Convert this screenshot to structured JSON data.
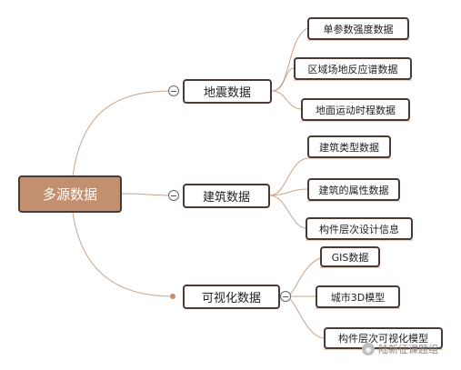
{
  "root": {
    "label": "多源数据"
  },
  "branches": [
    {
      "label": "地震数据",
      "children": [
        "单参数强度数据",
        "区域场地反应谱数据",
        "地面运动时程数据"
      ]
    },
    {
      "label": "建筑数据",
      "children": [
        "建筑类型数据",
        "建筑的属性数据",
        "构件层次设计信息"
      ]
    },
    {
      "label": "可视化数据",
      "children": [
        "GIS数据",
        "城市3D模型",
        "构件层次可视化模型"
      ]
    }
  ],
  "watermark": {
    "text": "陆新征课题组",
    "icon": "wechat-icon"
  },
  "colors": {
    "root_fill": "#c2906f",
    "border": "#4a3a33",
    "link": "#c9a48a"
  }
}
